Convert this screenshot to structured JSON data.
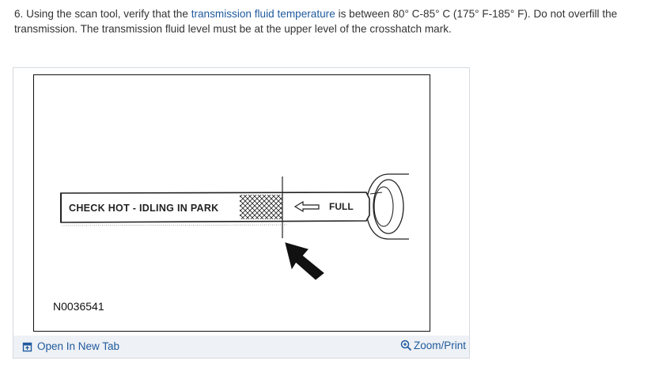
{
  "step": {
    "number": "6.",
    "text_before": "Using the scan tool, verify that the",
    "link": "transmission fluid temperature",
    "text_after": "is between 80° C-85° C (175° F-185° F). Do not overfill the transmission. The transmission fluid level must be at the upper level of the crosshatch mark."
  },
  "figure": {
    "dipstick_label_1": "CHECK HOT - IDLING IN PARK",
    "dipstick_label_2": "FULL",
    "figure_id": "N0036541"
  },
  "footer": {
    "open_tab_label": "Open In New Tab",
    "open_tab_icon": "open-new-tab-icon",
    "zoom_label": "Zoom/Print",
    "zoom_icon": "zoom-icon"
  },
  "colors": {
    "link": "#1f5a9e",
    "footer_bg": "#eef1f5",
    "text": "#333333"
  }
}
